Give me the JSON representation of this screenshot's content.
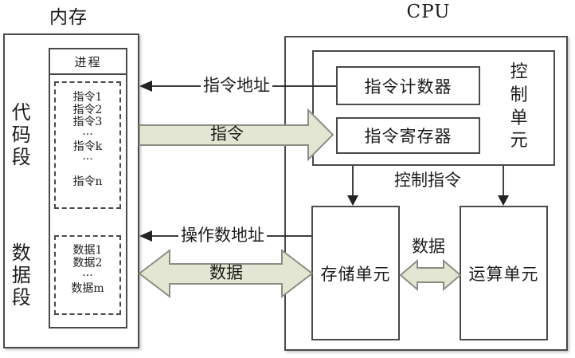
{
  "memory": {
    "title": "内存",
    "code_segment_label": "代码段",
    "data_segment_label": "数据段",
    "process": {
      "header": "进程",
      "instructions": [
        "指令1",
        "指令2",
        "指令3",
        "···",
        "指令k",
        "···",
        "指令n"
      ],
      "data_items": [
        "数据1",
        "数据2",
        "···",
        "数据m"
      ]
    }
  },
  "cpu": {
    "title": "CPU",
    "control_unit": {
      "label": "控制单元",
      "instruction_counter": "指令计数器",
      "instruction_register": "指令寄存器"
    },
    "storage_unit": "存储单元",
    "alu_unit": "运算单元"
  },
  "flows": {
    "instruction_address": "指令地址",
    "instruction": "指令",
    "operand_address": "操作数地址",
    "data_memory_storage": "数据",
    "control_instruction": "控制指令",
    "data_storage_alu": "数据"
  },
  "colors": {
    "block_arrow_fill": "#e3e6d2",
    "block_arrow_stroke": "#8a8f84",
    "line": "#222222"
  }
}
